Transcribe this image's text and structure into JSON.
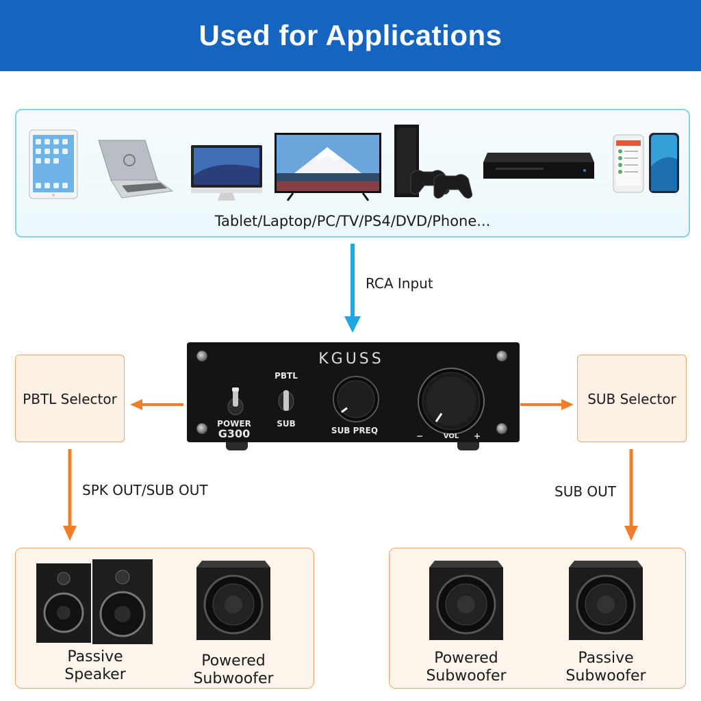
{
  "header": {
    "title": "Used for Applications"
  },
  "sources": {
    "caption": "Tablet/Laptop/PC/TV/PS4/DVD/Phone...",
    "icons": [
      "tablet-icon",
      "laptop-icon",
      "pc-icon",
      "tv-icon",
      "ps4-icon",
      "dvd-icon",
      "phone-icon"
    ]
  },
  "flow": {
    "input_label": "RCA Input",
    "left_label": "SPK OUT/SUB OUT",
    "right_label": "SUB OUT"
  },
  "amplifier": {
    "brand": "KGUSS",
    "model": "G300",
    "power_label": "POWER",
    "pbtl_label": "PBTL",
    "sub_label": "SUB",
    "sub_freq_label": "SUB PREQ",
    "vol_label": "VOL",
    "vol_minus": "−",
    "vol_plus": "+"
  },
  "selectors": {
    "left": "PBTL Selector",
    "right": "SUB Selector"
  },
  "outputs": {
    "left": [
      {
        "line1": "Passive",
        "line2": "Speaker"
      },
      {
        "line1": "Powered",
        "line2": "Subwoofer"
      }
    ],
    "right": [
      {
        "line1": "Powered",
        "line2": "Subwoofer"
      },
      {
        "line1": "Passive",
        "line2": "Subwoofer"
      }
    ]
  },
  "colors": {
    "banner": "#1565c0",
    "arrow_blue": "#1fa8e0",
    "arrow_orange": "#f07d2a",
    "source_border": "#7fd3ea",
    "output_border": "#f2a56a"
  }
}
